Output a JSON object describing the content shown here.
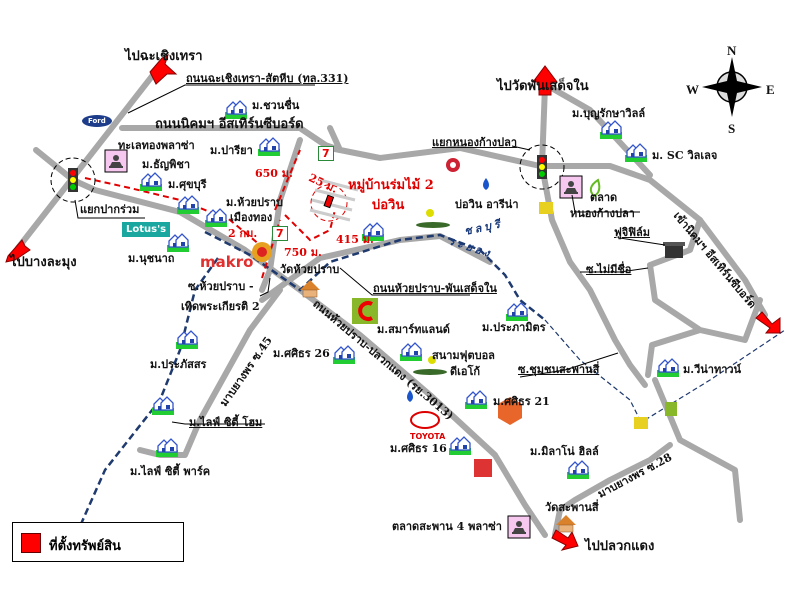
{
  "directions": {
    "to_chachoengsao": "ไปฉะเชิงเทรา",
    "to_banglamung": "ไปบางละมุง",
    "to_wat_phan_sadet_nai": "ไปวัดพันเสด็จใน",
    "to_pluak_daeng": "ไปปลวกแดง",
    "to_eastern_seaboard": "เข้านิคมฯ อีสเทิร์นซีบอร์ด"
  },
  "roads": {
    "route_331": "ถนนฉะเชิงเทรา-สัตหีบ (ทล.331)",
    "nikhom_road": "ถนนนิคมฯ อีสเทิร์นซีบอร์ด",
    "huai_prab_phan_sadet": "ถนนห้วยปราบ-พันเสด็จใน",
    "huai_prab_pluak_daeng": "ถนนห้วยปราบ-ปลวกแดง (รย.3013)",
    "soi_huai_prab_1": "ซ.ห้วยปราบ -",
    "soi_huai_prab_2": "เทิดพระเกียรติ 2",
    "map_yang_phon_45": "มาบยางพร ซ.45",
    "map_yang_phon_28": "มาบยางพร ซ.28",
    "soi_chumchon": "ซ.ชุมชนสะพานสี่",
    "soi_no_name": "ซ.ไม่มีชื่อ"
  },
  "junctions": {
    "pak_ruam": "แยกปากร่วม",
    "nong_kang_pla": "แยกหนองก้างปลา"
  },
  "places": {
    "chuan_chuen": "ม.ชวนชื่น",
    "talay_thong": "ทะเลทองพลาซ่า",
    "pariya": "ม.ปารียา",
    "thanpicha": "ม.ธัญพิชา",
    "sukhaburi": "ม.ศุขบุรี",
    "huai_prab_1": "ม.ห้วยปราบ",
    "huai_prab_2": "เมืองทอง",
    "nutchanat": "ม.นุชนาถ",
    "wat_huai_prab": "วัดห้วยปราบ",
    "smart_land": "ม.สมาร์ทแลนด์",
    "sasithorn_26": "ม.ศศิธร 26",
    "football_1": "สนามฟุตบอล",
    "football_2": "ดีเอโก้",
    "prapatsorn": "ม.ประภัสสร",
    "life_city_home": "ม.ไลฟ์ ซิตี้ โฮม",
    "life_city_park": "ม.ไลฟ์ ซิตี้ พาร์ค",
    "sasithorn_21": "ม.ศศิธร 21",
    "sasithorn_16": "ม.ศศิธร 16",
    "saphan_4_plaza": "ตลาดสะพาน 4 พลาซ่า",
    "wat_saphan_si": "วัดสะพานสี่",
    "milano_hill": "ม.มิลาโน่ ฮิลล์",
    "vena_town": "ม.วีน่าทาวน์",
    "praphamit": "ม.ประภามิตร",
    "fujifilm": "ฟูจิฟิล์ม",
    "market_1": "ตลาด",
    "market_2": "หนองก้างปลา",
    "boonraksa": "ม.บุญรักษาวิลล์",
    "sc_village": "ม. SC วิลเลจ",
    "bowin_arena": "บ่อวิน อารีน่า",
    "chonburi": "ชลบุรี",
    "rayong": "ระยอง"
  },
  "target": {
    "name_1": "หมู่บ้านร่มไม้ 2",
    "name_2": "บ่อวิน",
    "d_650": "650 ม.",
    "d_2km": "2 กม.",
    "d_25": "25 ม.",
    "d_415": "415 ม.",
    "d_750": "750 ม."
  },
  "brands": {
    "makro": "makro",
    "lotus": "Lotus's",
    "toyota": "TOYOTA",
    "ford": "Ford",
    "seven": "7"
  },
  "compass": {
    "n": "N",
    "s": "S",
    "e": "E",
    "w": "W"
  },
  "legend": {
    "label": "ที่ตั้งทรัพย์สิน"
  },
  "colors": {
    "road": "#a8a8a8",
    "arrow": "#ff0000",
    "route": "#e00000",
    "border": "#1f3a6e"
  }
}
